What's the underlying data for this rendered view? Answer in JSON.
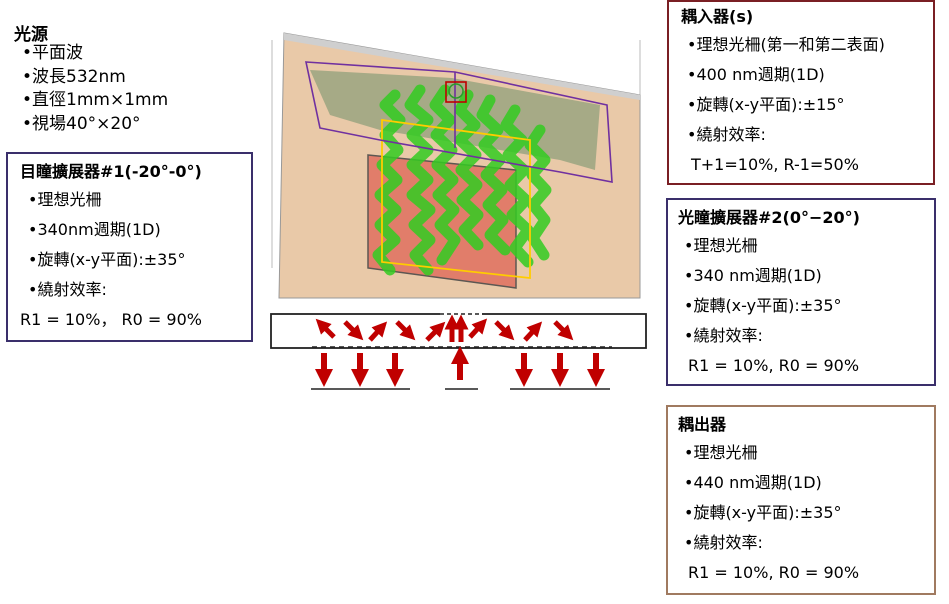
{
  "light_source": {
    "title": "光源",
    "items": [
      "•平面波",
      "•波長532nm",
      "•直徑1mm×1mm",
      "•視場40°×20°"
    ]
  },
  "pupil_expander_1": {
    "title": "目瞳擴展器#1(-20°-0°)",
    "items": [
      "•理想光柵",
      "•340nm週期(1D)",
      "•旋轉(x-y平面):±35°",
      "•繞射效率:",
      "R1 = 10%，  R0 = 90%"
    ]
  },
  "coupler_in": {
    "title": "耦入器(s)",
    "items": [
      "•理想光柵(第一和第二表面)",
      "•400 nm週期(1D)",
      "•旋轉(x-y平面):±15°",
      "•繞射效率:",
      "T+1=10%, R-1=50%"
    ]
  },
  "pupil_expander_2": {
    "title": "光瞳擴展器#2(0°−20°)",
    "items": [
      "•理想光柵",
      "•340 nm週期(1D)",
      "•旋轉(x-y平面):±35°",
      "•繞射效率:",
      "R1 = 10%, R0 = 90%"
    ]
  },
  "coupler_out": {
    "title": "耦出器",
    "items": [
      "•理想光柵",
      "•440 nm週期(1D)",
      "•旋轉(x-y平面):±35°",
      "•繞射效率:",
      "R1 = 10%, R0 = 90%"
    ]
  },
  "colors": {
    "plate": "#e9c9a8",
    "eyebox_rect": "#e07060",
    "beam_green": "#33cc22",
    "expander_outline": "#7030a0",
    "outcoupler_outline": "#ffcc00",
    "incoupler_outline": "#c00000",
    "arrow": "#c00000",
    "box1_border": "#3a2f6b",
    "box2_border": "#7a1f24",
    "box3_border": "#3a2f6b",
    "box4_border": "#a07a60"
  }
}
